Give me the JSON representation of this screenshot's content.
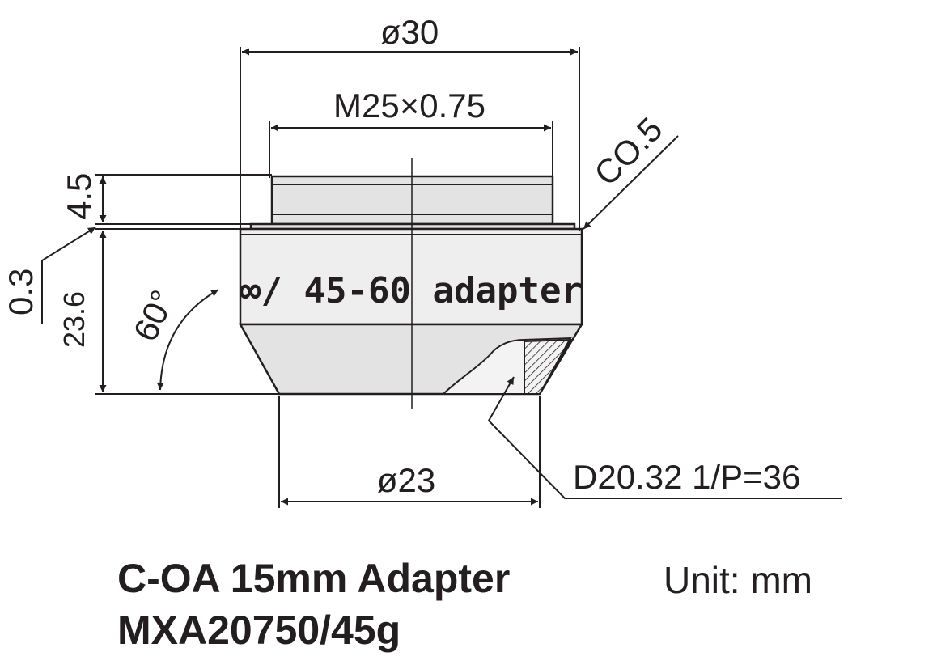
{
  "drawing": {
    "dimensions": {
      "outer_diameter": "ø30",
      "thread": "M25×0.75",
      "chamfer": "CO.5",
      "thread_height": "4.5",
      "gap": "0.3",
      "body_height": "23.6",
      "angle": "60°",
      "bottom_diameter": "ø23",
      "mount_thread": "D20.32 1/P=36"
    },
    "engraving": "∞/ 45-60 adapter"
  },
  "caption": {
    "title": "C-OA 15mm Adapter",
    "model": "MXA20750/45g",
    "unit": "Unit: mm"
  },
  "colors": {
    "line": "#231f20",
    "body_fill": "#e3e3e3",
    "highlight": "#f3f3f3"
  }
}
